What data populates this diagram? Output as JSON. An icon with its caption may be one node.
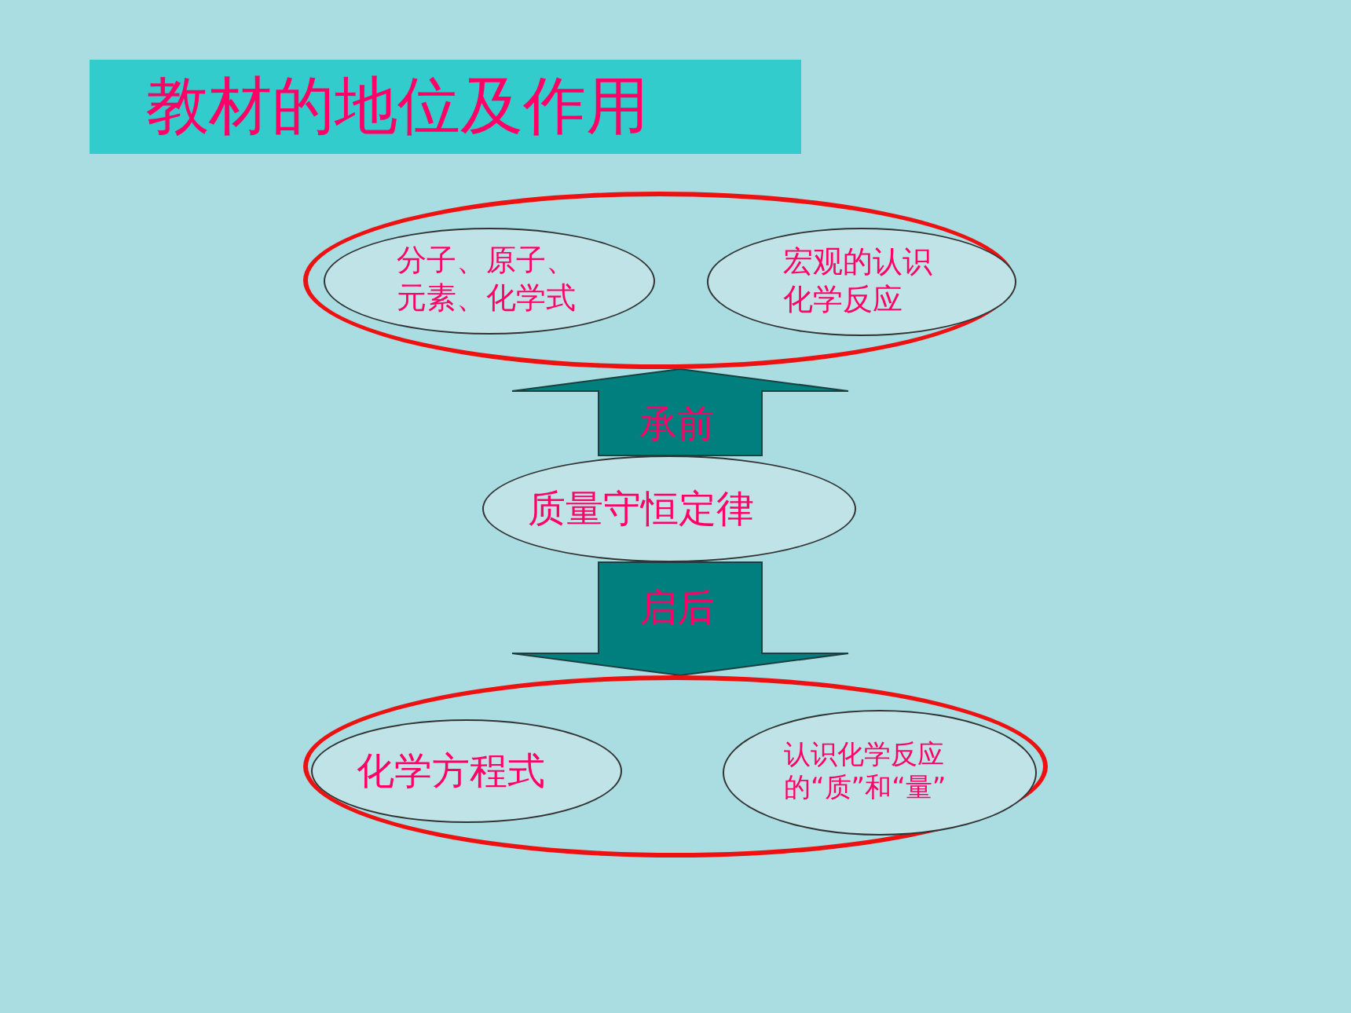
{
  "diagram": {
    "title": "教材的地位及作用",
    "nodes": [
      {
        "text": [],
        "shape": "ellipse"
      },
      {
        "text": [
          "分子、原子、元素、化学式"
        ],
        "in": 0
      },
      {
        "text": [
          "宏观的认识化学反应"
        ],
        "in": 0
      },
      {
        "text": [
          "质量守恒定律"
        ]
      },
      {
        "text": [],
        "shape": "ellipse"
      },
      {
        "text": [
          "化学方程式"
        ],
        "in": 4
      },
      {
        "text": [
          "认识化学反应的“质”和“量”"
        ],
        "in": 4
      }
    ],
    "edges": [
      {
        "from": 3,
        "to": 0,
        "arrow": "to",
        "label": "承前"
      },
      {
        "from": 3,
        "to": 4,
        "arrow": "to",
        "label": "启后"
      }
    ]
  }
}
